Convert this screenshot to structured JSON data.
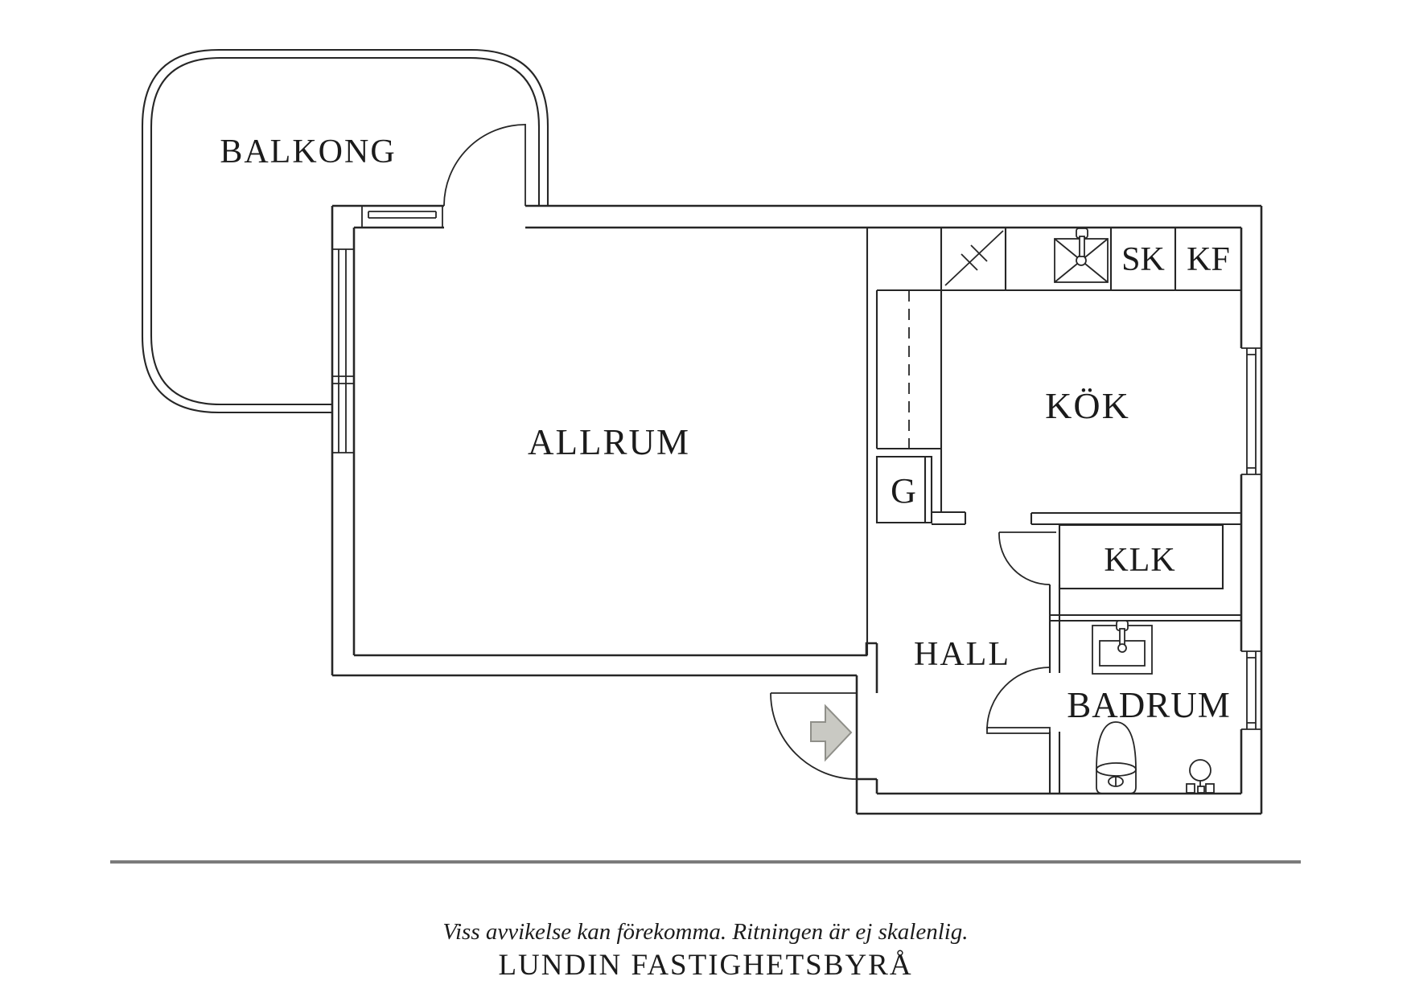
{
  "document_type": "floor-plan",
  "colors": {
    "line": "#262626",
    "text": "#1b1b1b",
    "arrow_fill": "#c9c9c3",
    "arrow_stroke": "#8f8f89",
    "divider": "#7b7b7b"
  },
  "rooms": {
    "balkong": {
      "label": "BALKONG"
    },
    "allrum": {
      "label": "ALLRUM"
    },
    "kok": {
      "label": "KÖK"
    },
    "hall": {
      "label": "HALL"
    },
    "klk": {
      "label": "KLK"
    },
    "badrum": {
      "label": "BADRUM"
    },
    "garderob": {
      "label": "G"
    }
  },
  "cabinets": {
    "sk": {
      "label": "SK"
    },
    "kf": {
      "label": "KF"
    }
  },
  "footer": {
    "disclaimer": "Viss avvikelse kan förekomma. Ritningen är ej skalenlig.",
    "brand": "LUNDIN FASTIGHETSBYRÅ"
  }
}
